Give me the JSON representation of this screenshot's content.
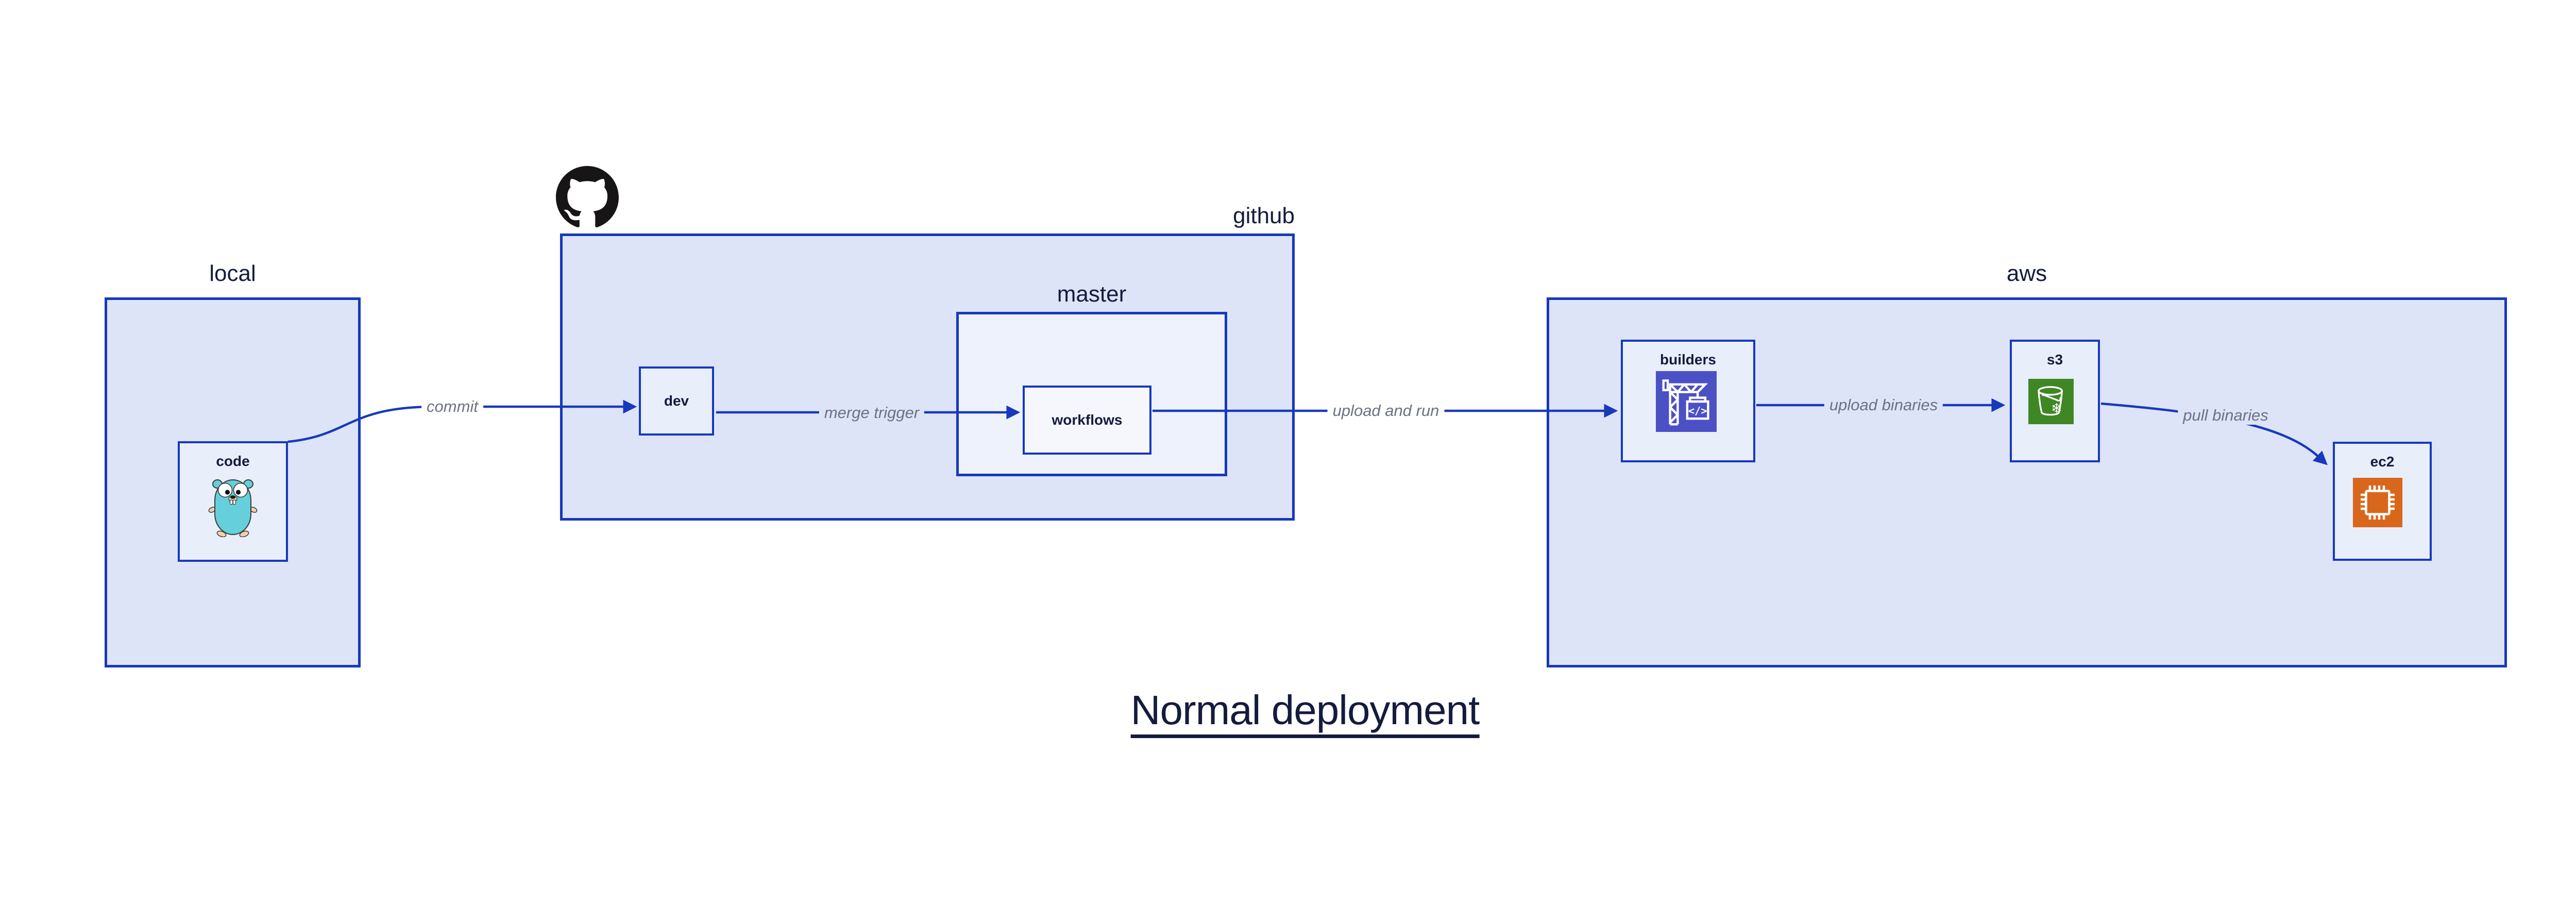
{
  "title": {
    "text": "Normal deployment"
  },
  "groups": {
    "local": {
      "label": "local"
    },
    "github": {
      "label": "github"
    },
    "master": {
      "label": "master"
    },
    "aws": {
      "label": "aws"
    }
  },
  "nodes": {
    "code": {
      "label": "code",
      "icon": "go-gopher"
    },
    "dev": {
      "label": "dev"
    },
    "workflows": {
      "label": "workflows"
    },
    "builders": {
      "label": "builders",
      "icon": "codebuild-crane"
    },
    "s3": {
      "label": "s3",
      "icon": "glacier-bucket-snowflake"
    },
    "ec2": {
      "label": "ec2",
      "icon": "cpu-chip"
    }
  },
  "edges": [
    {
      "from": "code",
      "to": "dev",
      "label": "commit"
    },
    {
      "from": "dev",
      "to": "workflows",
      "label": "merge trigger"
    },
    {
      "from": "workflows",
      "to": "builders",
      "label": "upload and run"
    },
    {
      "from": "builders",
      "to": "s3",
      "label": "upload binaries"
    },
    {
      "from": "s3",
      "to": "ec2",
      "label": "pull binaries"
    }
  ],
  "icons": {
    "github_logo": "octocat-logo"
  },
  "colors": {
    "border_blue": "#1739bb",
    "container_fill": "#dde4f8",
    "node_fill": "#e9eefb",
    "master_fill": "#eef2fc",
    "workflows_fill": "#f5f7fd",
    "label_navy": "#141b3d",
    "edge_label_gray": "#6c7280",
    "builders_icon_bg": "#4b50c5",
    "s3_icon_bg": "#3f8624",
    "ec2_icon_bg": "#d9671b",
    "octocat_black": "#171515",
    "gopher_teal": "#65cfdc"
  }
}
